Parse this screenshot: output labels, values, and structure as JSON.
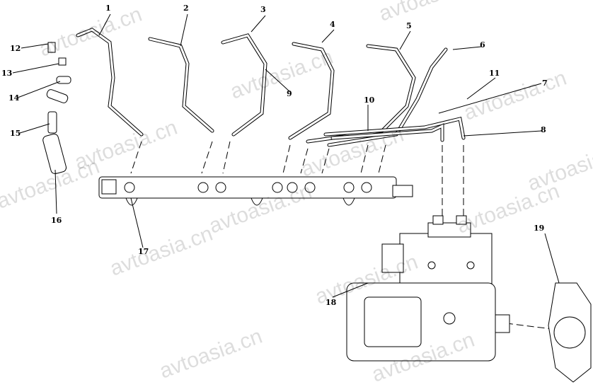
{
  "diagram": {
    "callouts": [
      "1",
      "2",
      "3",
      "4",
      "5",
      "6",
      "7",
      "8",
      "9",
      "10",
      "11",
      "12",
      "13",
      "14",
      "15",
      "16",
      "17",
      "18",
      "19"
    ],
    "watermark": "avtoasia.cn",
    "colors": {
      "line": "#000000",
      "background": "#ffffff",
      "watermark": "#000000"
    }
  }
}
